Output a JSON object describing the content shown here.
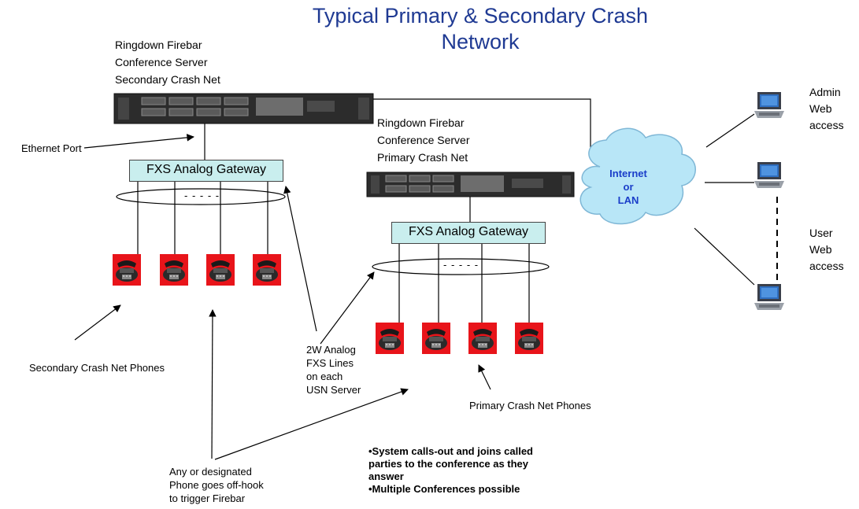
{
  "title": {
    "line1": "Typical Primary & Secondary Crash",
    "line2": "Network"
  },
  "secondary_server": {
    "label_lines": [
      "Ringdown Firebar",
      "Conference Server",
      "Secondary Crash Net"
    ],
    "port_label": "Ethernet Port",
    "gateway_label": "FXS Analog Gateway",
    "bus_dashes": "- - - - -",
    "phones_label": "Secondary Crash Net Phones"
  },
  "primary_server": {
    "label_lines": [
      "Ringdown Firebar",
      "Conference Server",
      "Primary Crash Net"
    ],
    "gateway_label": "FXS Analog Gateway",
    "bus_dashes": "- - - - -",
    "phones_label": "Primary Crash Net Phones"
  },
  "network": {
    "cloud_lines": [
      "Internet",
      "or",
      "LAN"
    ]
  },
  "clients": {
    "admin_lines": [
      "Admin",
      "Web",
      "access"
    ],
    "user_lines": [
      "User",
      "Web",
      "access"
    ]
  },
  "annotations": {
    "lines_label": [
      "2W Analog",
      "FXS Lines",
      "on each",
      "USN Server"
    ],
    "offhook_label": [
      "Any or designated",
      "Phone goes off-hook",
      "to trigger Firebar"
    ],
    "notes": [
      "•System calls-out and joins called",
      "parties to the conference as they",
      "answer",
      "•Multiple Conferences possible"
    ]
  },
  "colors": {
    "title": "#1f3a93",
    "gateway_fill": "#c9eeee",
    "cloud_fill": "#b8e6f7",
    "cloud_text": "#1a3ec9",
    "phone_bg": "#e8141a",
    "server_body": "#2c2c2c"
  },
  "icons": [
    "server-icon",
    "desk-phone-icon",
    "laptop-icon",
    "cloud-icon",
    "arrow-icon"
  ]
}
